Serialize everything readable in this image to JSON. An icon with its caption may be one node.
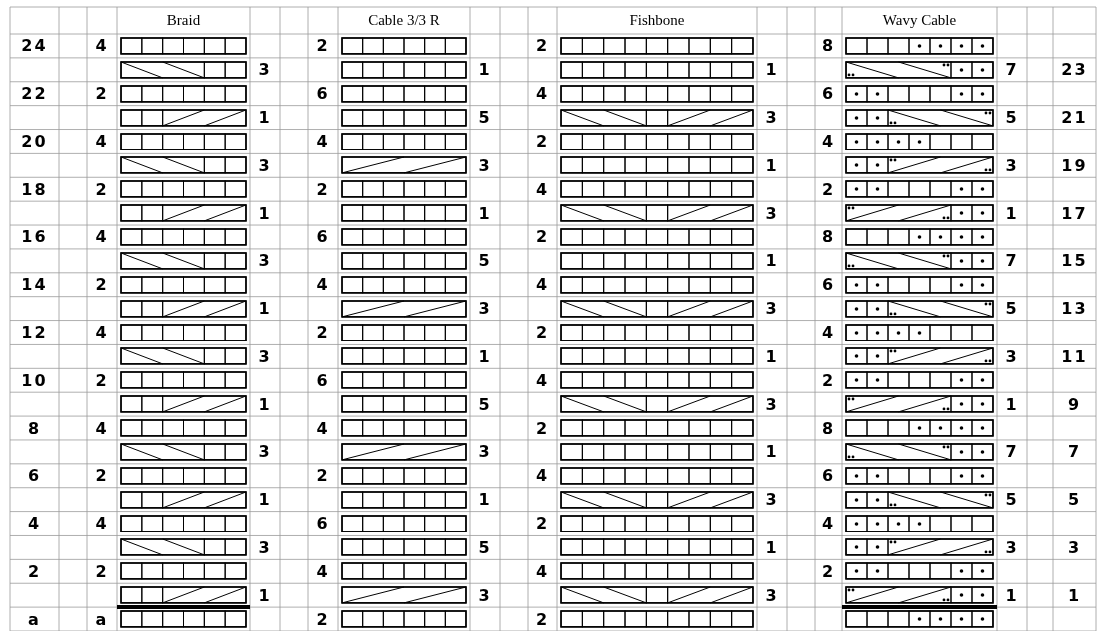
{
  "diagram": {
    "labels": [
      "Braid",
      "Cable 3/3 R",
      "Fishbone",
      "Wavy Cable",
      "24",
      "4",
      "2",
      "2",
      "8",
      "3",
      "1",
      "1",
      "7",
      "23",
      "22",
      "2",
      "6",
      "4",
      "6",
      "1",
      "5",
      "3",
      "5",
      "21",
      "20",
      "4",
      "4",
      "2",
      "4",
      "3",
      "3",
      "1",
      "3",
      "19",
      "18",
      "2",
      "2",
      "4",
      "2",
      "1",
      "1",
      "3",
      "1",
      "17",
      "16",
      "4",
      "6",
      "2",
      "8",
      "3",
      "5",
      "1",
      "7",
      "15",
      "14",
      "2",
      "4",
      "4",
      "6",
      "1",
      "3",
      "3",
      "5",
      "13",
      "12",
      "4",
      "2",
      "2",
      "4",
      "3",
      "1",
      "1",
      "3",
      "11",
      "10",
      "2",
      "6",
      "4",
      "2",
      "1",
      "5",
      "3",
      "1",
      "9",
      "8",
      "4",
      "4",
      "2",
      "8",
      "3",
      "3",
      "1",
      "7",
      "7",
      "6",
      "2",
      "2",
      "4",
      "6",
      "1",
      "1",
      "3",
      "5",
      "5",
      "4",
      "4",
      "6",
      "2",
      "4",
      "3",
      "5",
      "1",
      "3",
      "3",
      "2",
      "2",
      "4",
      "4",
      "2",
      "1",
      "3",
      "3",
      "1",
      "1",
      "a",
      "a",
      "2",
      "2"
    ]
  }
}
